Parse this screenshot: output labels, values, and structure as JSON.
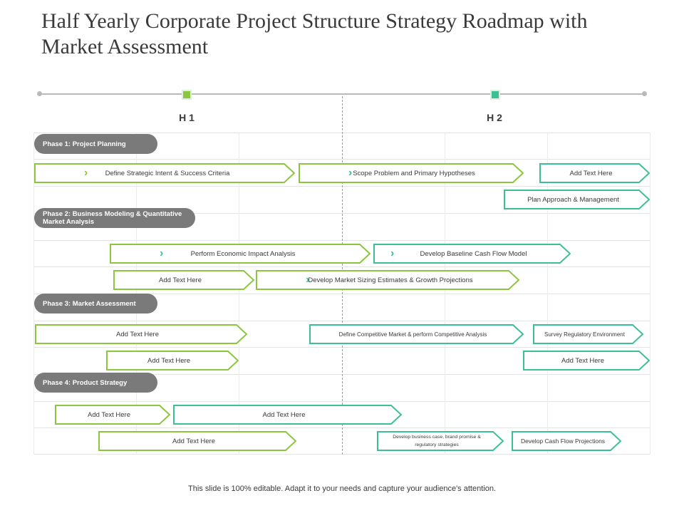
{
  "title": "Half Yearly Corporate Project Structure Strategy Roadmap with Market Assessment",
  "timeline": {
    "h1_label": "H 1",
    "h2_label": "H 2"
  },
  "colors": {
    "green": "#8cc63f",
    "teal": "#3cbf96",
    "phase": "#7a7a7a"
  },
  "phases": [
    "Phase 1: Project Planning",
    "Phase 2: Business Modeling & Quantitative Market Analysis",
    "Phase 3: Market Assessment",
    "Phase 4: Product Strategy"
  ],
  "tasks": [
    "Define Strategic Intent & Success Criteria",
    "Scope Problem and Primary Hypotheses",
    "Add Text Here",
    "Plan Approach & Management",
    "Perform Economic Impact Analysis",
    "Develop Baseline Cash Flow Model",
    "Add Text Here",
    "Develop Market Sizing Estimates & Growth Projections",
    "Add Text Here",
    "Define Competitive Market & perform Competitive Analysis",
    "Survey Regulatory Environment",
    "Add Text Here",
    "Add Text Here",
    "Add Text Here",
    "Add Text Here",
    "Add Text Here",
    "Develop business case, brand promise & regulatory strategies",
    "Develop Cash Flow Projections"
  ],
  "footer": "This slide is 100% editable. Adapt it to your needs and capture your audience's attention."
}
